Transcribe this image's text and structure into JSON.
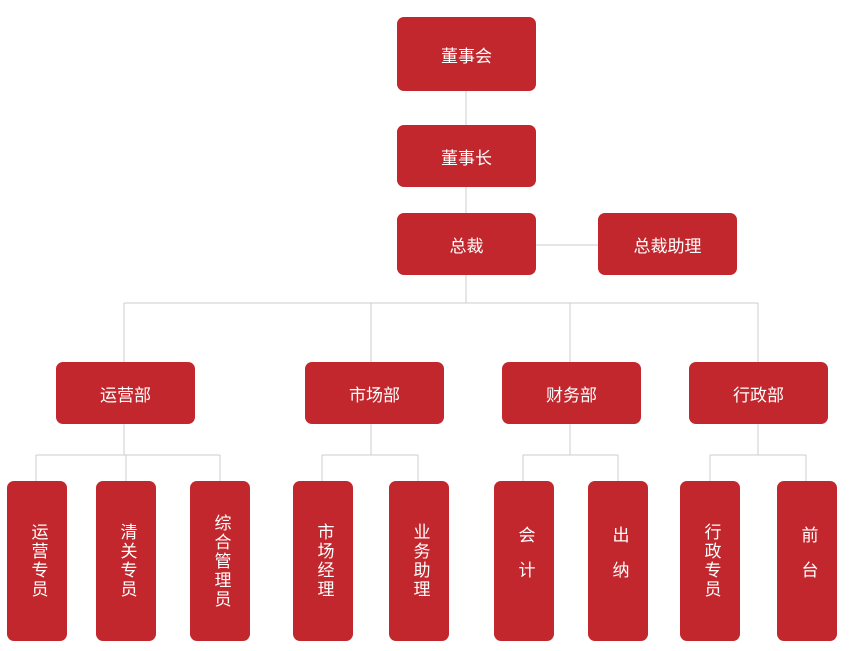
{
  "org": {
    "board": "董事会",
    "chairman": "董事长",
    "president": "总裁",
    "assistant": "总裁助理",
    "departments": [
      {
        "label": "运营部",
        "roles": [
          "运营专员",
          "清关专员",
          "综合管理员"
        ]
      },
      {
        "label": "市场部",
        "roles": [
          "市场经理",
          "业务助理"
        ]
      },
      {
        "label": "财务部",
        "roles": [
          "会计",
          "出纳"
        ]
      },
      {
        "label": "行政部",
        "roles": [
          "行政专员",
          "前台"
        ]
      }
    ]
  },
  "colors": {
    "box": "#c1272d",
    "line": "#cccccc",
    "text": "#ffffff"
  }
}
